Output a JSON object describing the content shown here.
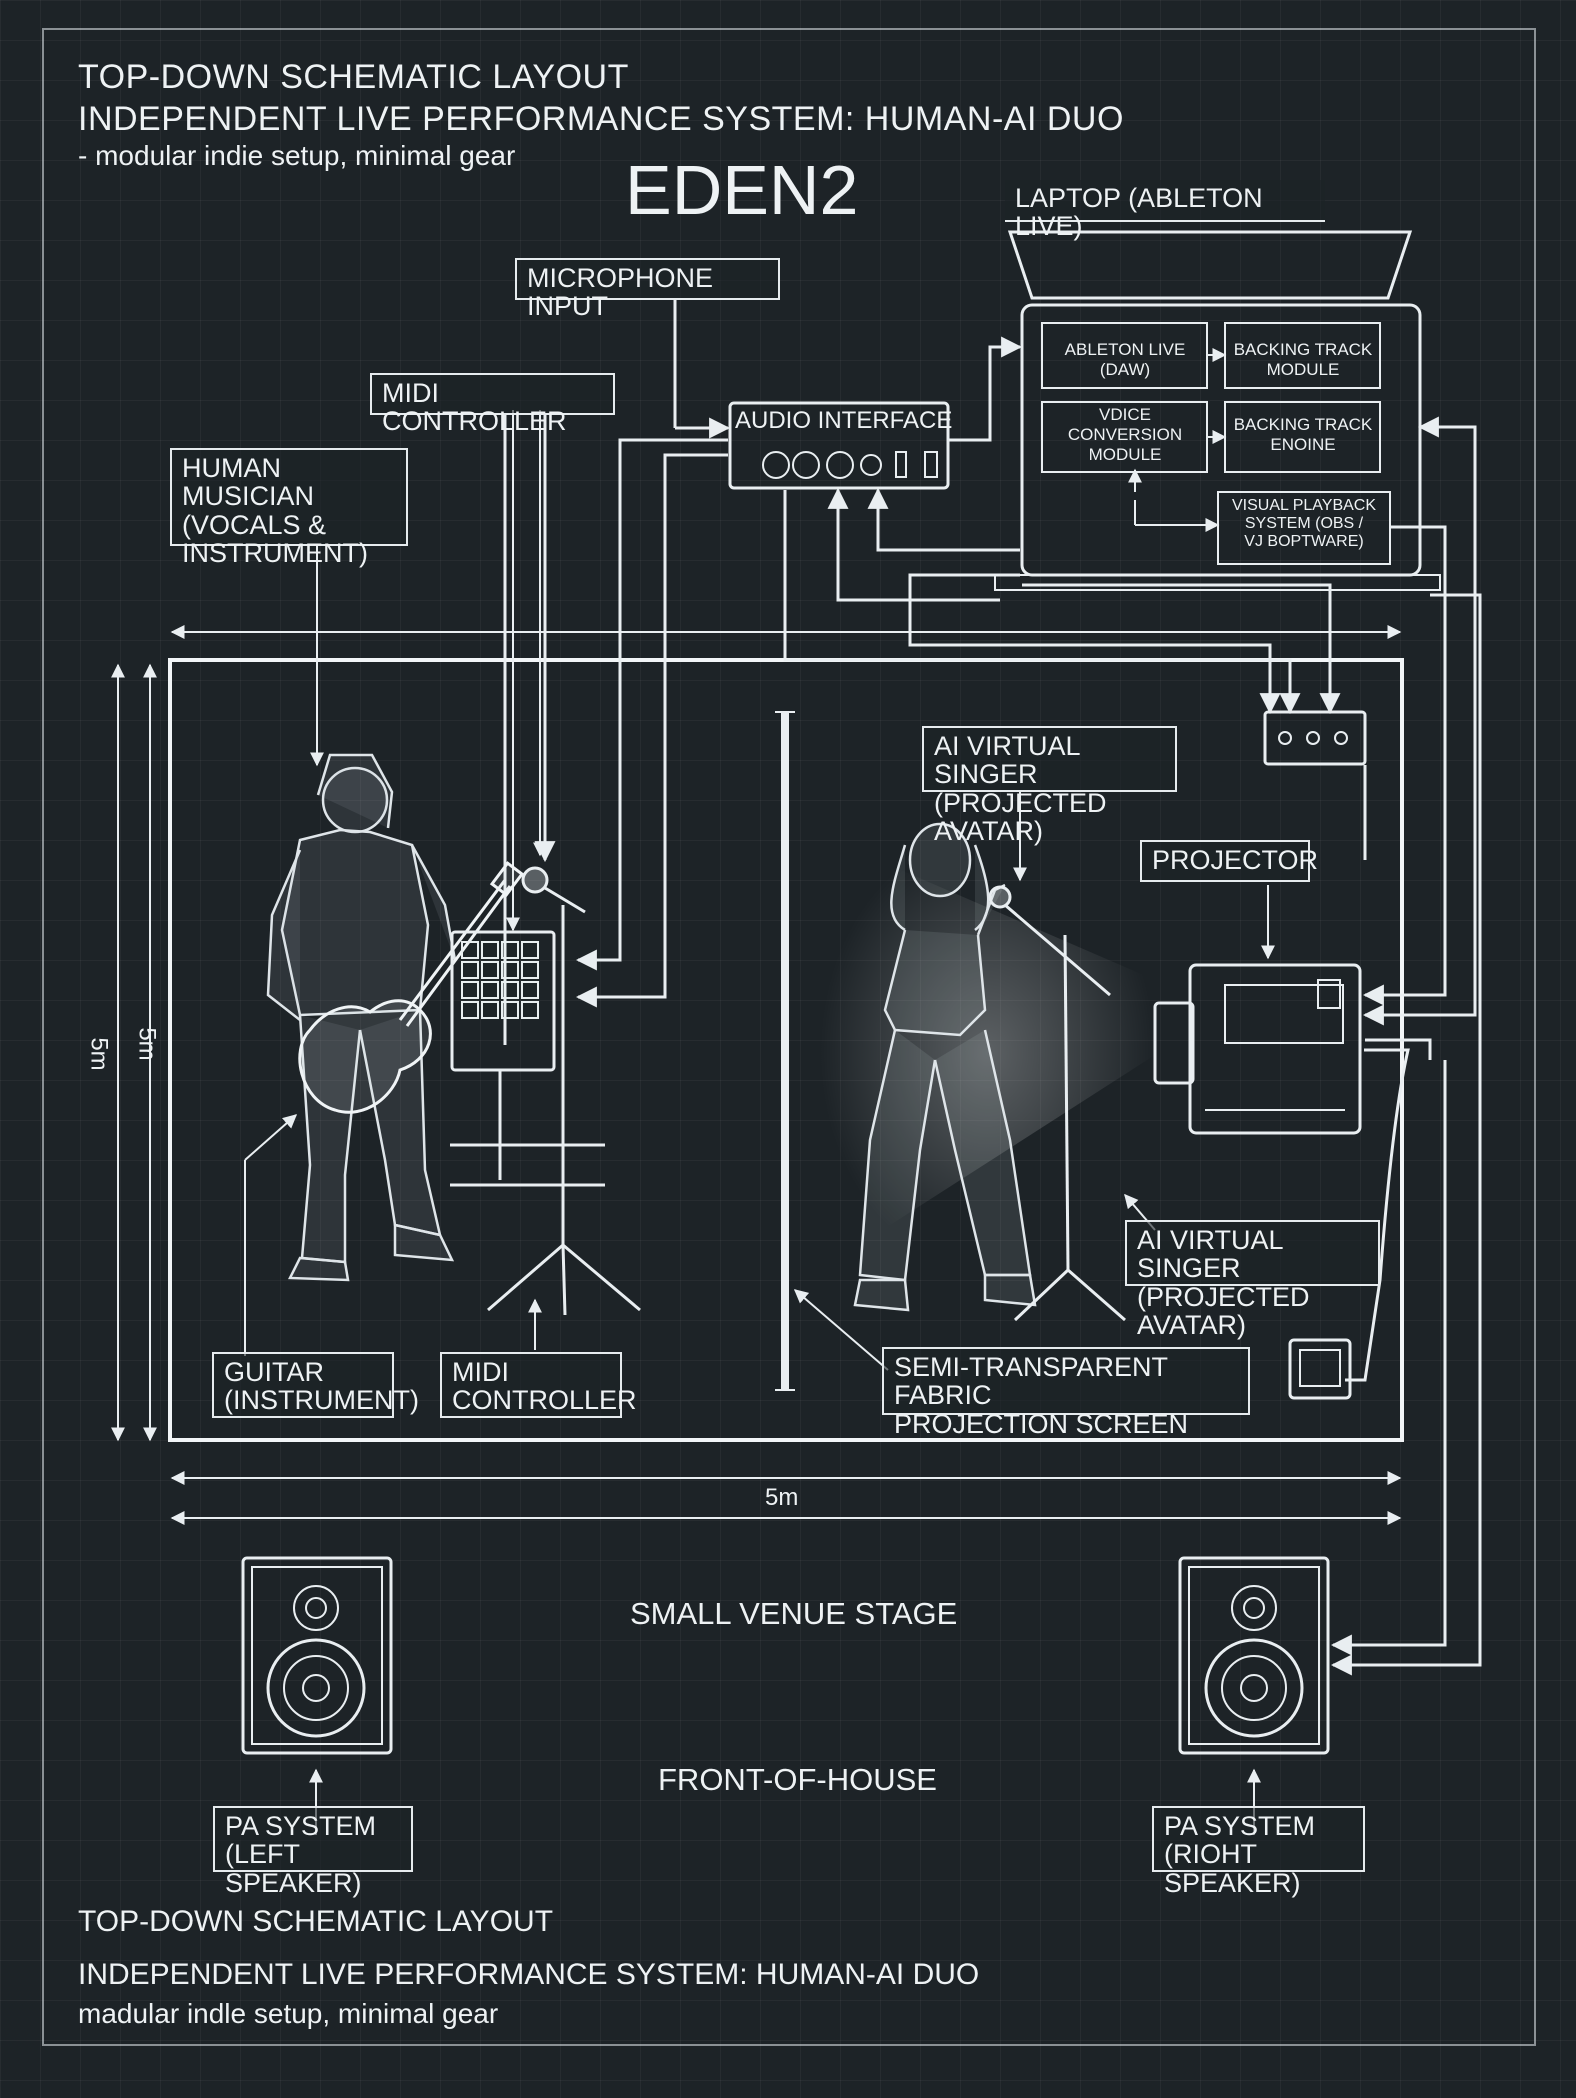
{
  "header": {
    "line1": "TOP-DOWN SCHEMATIC LAYOUT",
    "line2": "INDEPENDENT LIVE PERFORMANCE SYSTEM: HUMAN-AI DUO",
    "line3": "- modular indie setup, minimal gear",
    "title": "EDEN2"
  },
  "labels": {
    "laptop": "LAPTOP (ABLETON LIVE)",
    "microphone_input": "MICROPHONE INPUT",
    "midi_controller_top": "MIDI CONTROLLER",
    "audio_interface": "AUDIO INTERFACE",
    "human_musician": "HUMAN MUSICIAN\n(VOCALS &\nINSTRUMENT)",
    "ai_singer_top": "AI VIRTUAL SINGER\n(PROJECTED AVATAR)",
    "projector": "PROJECTOR",
    "ai_singer_bottom": "AI VIRTUAL SINGER\n(PROJECTED AVATAR)",
    "guitar": "GUITAR\n(INSTRUMENT)",
    "midi_controller_bottom": "MIDI\nCONTROLLER",
    "screen": "SEMI-TRANSPARENT FABRIC\nPROJECTION SCREEN",
    "dim_width": "5m",
    "dim_height_outer": "5m",
    "dim_height_inner": "5m",
    "stage": "SMALL VENUE STAGE",
    "foh": "FRONT-OF-HOUSE",
    "pa_left": "PA SYSTEM\n(LEFT SPEAKER)",
    "pa_right": "PA SYSTEM\n(RIOHT SPEAKER)"
  },
  "laptop_modules": {
    "daw": "ABLETON LIVE\n(DAW)",
    "backing_module": "BACKING TRACK\nMODULE",
    "voice": "VDICE\nCONVERSION\nMODULE",
    "backing_engine": "BACKING TRACK\nENOINE",
    "visual": "VISUAL PLAYBACK\nSYSTEM (OBS /\nVJ BOPTWARE)"
  },
  "footer": {
    "line1": "TOP-DOWN SCHEMATIC LAYOUT",
    "line2": "INDEPENDENT LIVE PERFORMANCE SYSTEM: HUMAN-AI DUO",
    "line3": "madular indle setup, minimal gear"
  },
  "colors": {
    "background": "#1d2327",
    "line": "#e9eef1"
  }
}
